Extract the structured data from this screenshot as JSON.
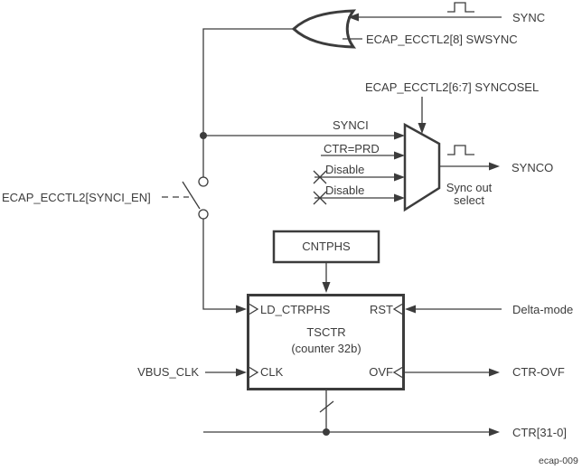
{
  "figure_id": "ecap-009",
  "colors": {
    "line": "#3c3c3c",
    "bg": "#ffffff"
  },
  "or_gate": {
    "input_top_label": "SYNC",
    "input_bottom_label": "ECAP_ECCTL2[8] SWSYNC"
  },
  "mux": {
    "select_label": "ECAP_ECCTL2[6:7] SYNCOSEL",
    "inputs": [
      "SYNCI",
      "CTR=PRD",
      "Disable",
      "Disable"
    ],
    "output_label": "SYNCO",
    "caption": [
      "Sync out",
      "select"
    ]
  },
  "switch": {
    "label": "ECAP_ECCTL2[SYNCI_EN]"
  },
  "phase_register": {
    "label": "CNTPHS"
  },
  "counter": {
    "title": "TSCTR",
    "subtitle": "(counter 32b)",
    "ports": {
      "ld_ctrphs": "LD_CTRPHS",
      "rst": "RST",
      "clk": "CLK",
      "ovf": "OVF"
    }
  },
  "signals": {
    "vbus_clk": "VBUS_CLK",
    "delta_mode": "Delta-mode",
    "ctr_ovf": "CTR-OVF",
    "ctr_bus": "CTR[31-0]"
  }
}
